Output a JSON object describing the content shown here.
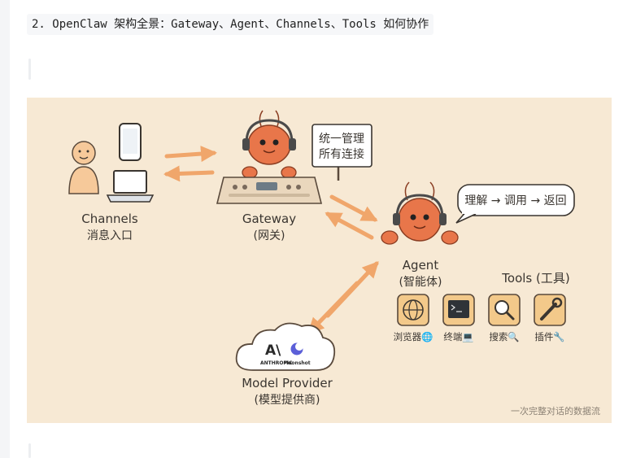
{
  "heading": "2. OpenClaw 架构全景：Gateway、Agent、Channels、Tools 如何协作",
  "diagram": {
    "channels": {
      "title": "Channels",
      "subtitle": "消息入口"
    },
    "gateway": {
      "title": "Gateway",
      "subtitle": "(网关)",
      "sign": [
        "统一管理",
        "所有连接"
      ]
    },
    "agent": {
      "title": "Agent",
      "subtitle": "(智能体)",
      "bubble": "理解 → 调用 → 返回"
    },
    "tools": {
      "title": "Tools (工具)",
      "items": [
        {
          "label": "浏览器🌐",
          "icon": "globe-icon"
        },
        {
          "label": "终端💻",
          "icon": "terminal-icon"
        },
        {
          "label": "搜索🔍",
          "icon": "magnifier-icon"
        },
        {
          "label": "插件🔧",
          "icon": "wrench-icon"
        }
      ]
    },
    "model_provider": {
      "title": "Model Provider",
      "subtitle": "(模型提供商)",
      "logos": [
        "ANTHROPIC",
        "Moonshot"
      ]
    },
    "footer": "一次完整对话的数据流"
  },
  "colors": {
    "background": "#f7e9d4",
    "arrow": "#f0a66b",
    "lobster": "#e8764a",
    "text": "#3a3530"
  }
}
